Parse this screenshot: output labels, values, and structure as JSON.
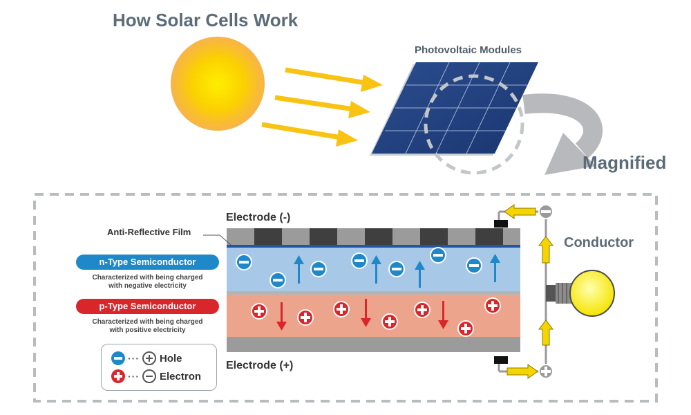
{
  "title": "How Solar Cells Work",
  "labels": {
    "photovoltaic_modules": "Photovoltaic Modules",
    "magnified": "Magnified",
    "conductor": "Conductor",
    "electrode_negative": "Electrode (-)",
    "electrode_positive": "Electrode (+)",
    "anti_reflective_film": "Anti-Reflective Film"
  },
  "n_type": {
    "label": "n-Type Semiconductor",
    "desc_line1": "Characterized with being charged",
    "desc_line2": "with negative electricity"
  },
  "p_type": {
    "label": "p-Type Semiconductor",
    "desc_line1": "Characterized with being charged",
    "desc_line2": "with positive electricity"
  },
  "legend": {
    "hole": "Hole",
    "electron": "Electron"
  },
  "colors": {
    "n_layer": "#a8c8e8",
    "p_layer": "#eda48c",
    "electron_blue": "#1e88c9",
    "hole_red": "#d9262b",
    "sun": "#f6c400",
    "sun_rays": "#f8c312",
    "panel": "#1f3f7f",
    "current_arrow": "#f6d400",
    "title_gray": "#5b6b78"
  },
  "icons": [
    "sun-icon",
    "solar-panel-icon",
    "light-bulb-icon",
    "electron-minus-icon",
    "hole-plus-icon"
  ]
}
